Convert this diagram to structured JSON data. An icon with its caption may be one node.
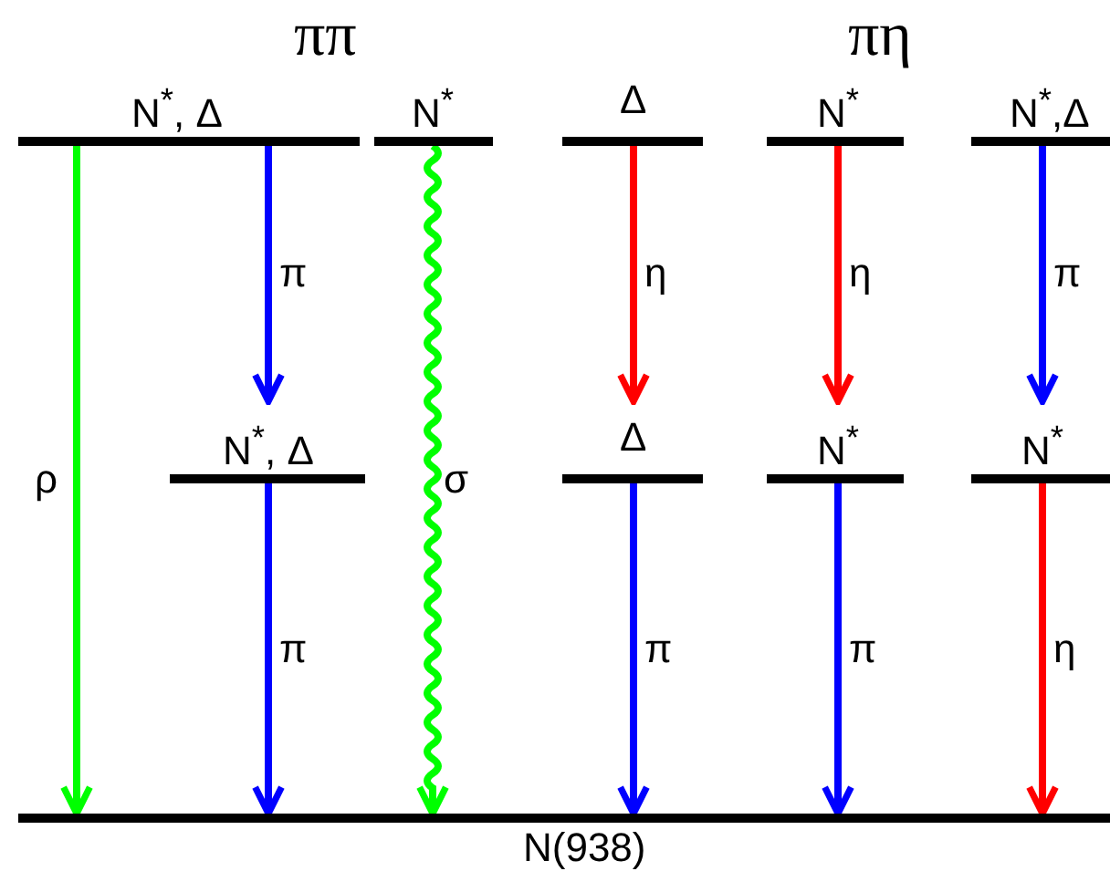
{
  "diagram": {
    "nodes": [
      {
        "text": [
          "N$^{*}$, Δ"
        ]
      },
      {
        "text": [
          "N$^{*}$"
        ]
      },
      {
        "text": [
          "Δ"
        ]
      },
      {
        "text": [
          "N$^{*}$"
        ]
      },
      {
        "text": [
          "N$^{*}$,Δ"
        ]
      },
      {
        "text": [
          "N$^{*}$, Δ"
        ]
      },
      {
        "text": [
          "Δ"
        ]
      },
      {
        "text": [
          "N$^{*}$"
        ]
      },
      {
        "text": [
          "N$^{*}$"
        ]
      },
      {
        "text": [
          "N(938)"
        ]
      }
    ],
    "edges": [
      {
        "from": 0,
        "to": 9,
        "arrow": "to",
        "label": "ρ",
        "color": "#00ff00"
      },
      {
        "from": 0,
        "to": 5,
        "arrow": "to",
        "label": "π"
      },
      {
        "from": 5,
        "to": 9,
        "arrow": "to",
        "label": "π"
      },
      {
        "from": 1,
        "to": 9,
        "arrow": "to",
        "label": "σ",
        "color": "#00ff00"
      },
      {
        "from": 2,
        "to": 6,
        "arrow": "to",
        "label": "η",
        "color": "#ff0000"
      },
      {
        "from": 6,
        "to": 9,
        "arrow": "to",
        "label": "π"
      },
      {
        "from": 3,
        "to": 7,
        "arrow": "to",
        "label": "η",
        "color": "#ff0000"
      },
      {
        "from": 7,
        "to": 9,
        "arrow": "to",
        "label": "π"
      },
      {
        "from": 4,
        "to": 8,
        "arrow": "to",
        "label": "π"
      },
      {
        "from": 8,
        "to": 9,
        "arrow": "to",
        "label": "η",
        "color": "#ff0000"
      }
    ],
    "labels": [
      "ππ",
      "πη"
    ]
  }
}
